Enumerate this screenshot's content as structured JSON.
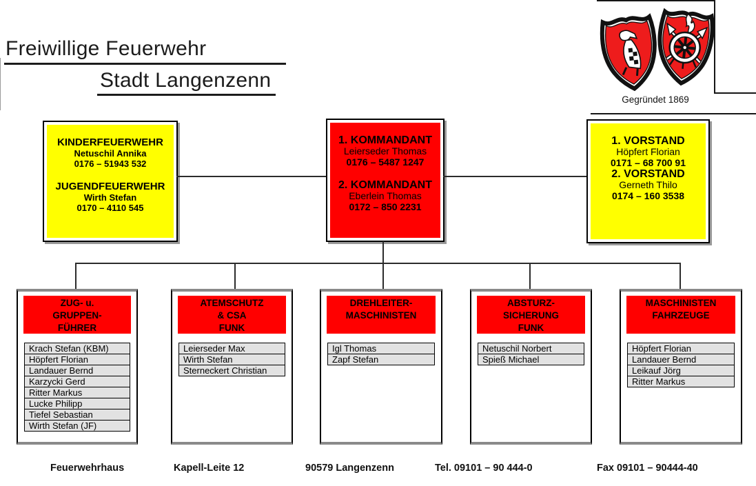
{
  "title": {
    "line1": "Freiwillige Feuerwehr",
    "line2": "Stadt Langenzenn"
  },
  "logo": {
    "icon": "fire-brigade-crest-icon",
    "caption": "Gegründet 1869"
  },
  "colors": {
    "red": "#ff0000",
    "yellow": "#ffff00",
    "cell_gray": "#e2e2e2",
    "shadow_gray": "#8a8a8a",
    "crest_red": "#ee1c1c"
  },
  "top_boxes": [
    {
      "id": "kinder-jugendfeuerwehr",
      "sections": [
        {
          "title": "KINDERFEUERWEHR",
          "name": "Netuschil Annika",
          "phone": "0176 – 51943 532"
        },
        {
          "title": "JUGENDFEUERWEHR",
          "name": "Wirth Stefan",
          "phone": "0170 – 4110 545"
        }
      ]
    },
    {
      "id": "kommandanten",
      "sections": [
        {
          "title": "1. KOMMANDANT",
          "name": "Leierseder Thomas",
          "phone": "0176 – 5487 1247"
        },
        {
          "title": "2. KOMMANDANT",
          "name": "Eberlein Thomas",
          "phone": "0172 – 850 2231"
        }
      ]
    },
    {
      "id": "vorstand",
      "sections": [
        {
          "title": "1. VORSTAND",
          "name": "Höpfert Florian",
          "phone": "0171 – 68 700 91"
        },
        {
          "title": "2. VORSTAND",
          "name": "Gerneth Thilo",
          "phone": "0174 – 160 3538"
        }
      ]
    }
  ],
  "groups": [
    {
      "header_lines": [
        "ZUG- u.",
        "GRUPPEN-",
        "FÜHRER"
      ],
      "members": [
        "Krach Stefan (KBM)",
        "Höpfert Florian",
        "Landauer Bernd",
        "Karzycki Gerd",
        "Ritter Markus",
        "Lucke Philipp",
        "Tiefel Sebastian",
        "Wirth Stefan (JF)"
      ]
    },
    {
      "header_lines": [
        "ATEMSCHUTZ",
        "& CSA",
        "FUNK"
      ],
      "members": [
        "Leierseder Max",
        "Wirth Stefan",
        "Sterneckert Christian"
      ]
    },
    {
      "header_lines": [
        "DREHLEITER-",
        "MASCHINISTEN"
      ],
      "members": [
        "Igl Thomas",
        "Zapf Stefan"
      ]
    },
    {
      "header_lines": [
        "ABSTURZ-",
        "SICHERUNG",
        "FUNK"
      ],
      "members": [
        "Netuschil Norbert",
        "Spieß Michael"
      ]
    },
    {
      "header_lines": [
        "MASCHINISTEN",
        "FAHRZEUGE"
      ],
      "members": [
        "Höpfert Florian",
        "Landauer Bernd",
        "Leikauf Jörg",
        "Ritter Markus"
      ]
    }
  ],
  "footer": {
    "items": [
      "Feuerwehrhaus",
      "Kapell-Leite 12",
      "90579 Langenzenn",
      "Tel. 09101 – 90 444-0",
      "Fax 09101 – 90444-40"
    ]
  }
}
